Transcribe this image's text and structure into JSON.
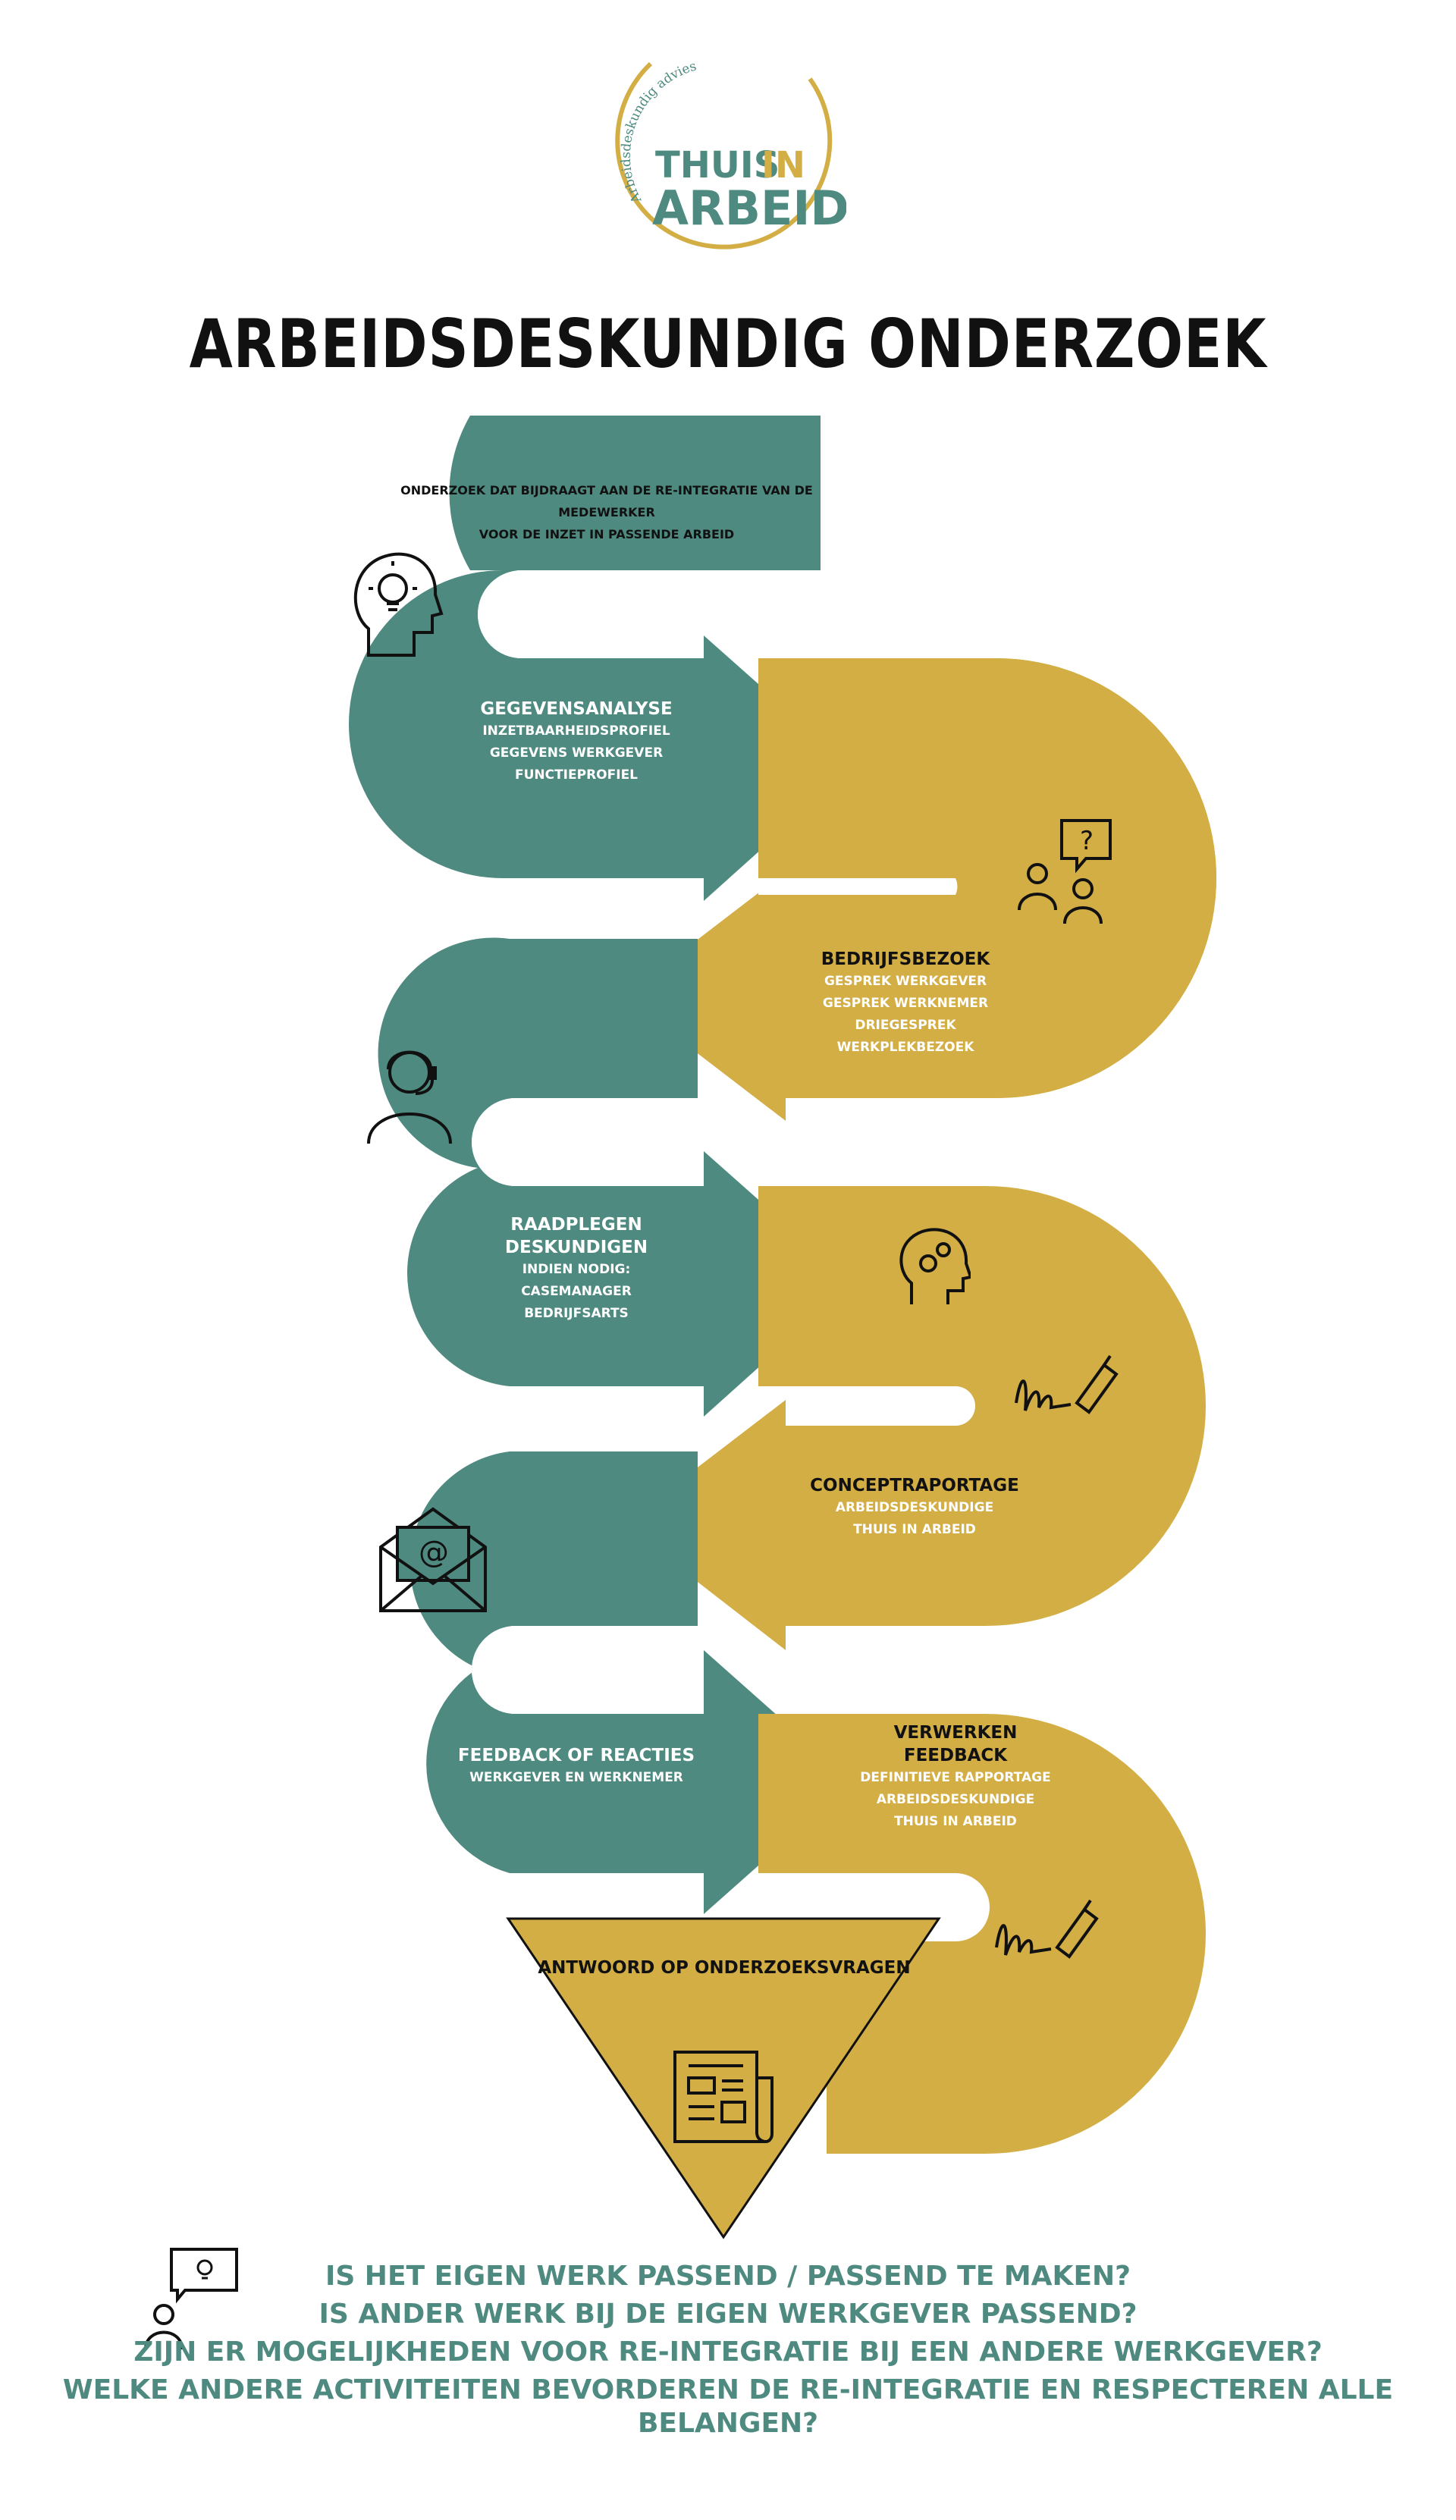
{
  "colors": {
    "teal": "#4e8a80",
    "gold": "#d3ae45",
    "text": "#111111",
    "white": "#ffffff"
  },
  "logo": {
    "arc_text": "Arbeidsdeskundig advies",
    "word1": "THUIS",
    "word2": "IN",
    "word3": "ARBEID"
  },
  "title": "ARBEIDSDESKUNDIG ONDERZOEK",
  "steps": {
    "intro": {
      "line1": "ONDERZOEK DAT BIJDRAAGT AAN DE RE-INTEGRATIE VAN DE MEDEWERKER",
      "line2": "VOOR DE INZET IN PASSENDE ARBEID",
      "icon": "lightbulb-head-icon"
    },
    "gegevensanalyse": {
      "heading": "GEGEVENSANALYSE",
      "items": [
        "INZETBAARHEIDSPROFIEL",
        "GEGEVENS WERKGEVER",
        "FUNCTIEPROFIEL"
      ],
      "icon": "conversation-question-icon"
    },
    "bedrijfsbezoek": {
      "heading": "BEDRIJFSBEZOEK",
      "items": [
        "GESPREK WERKGEVER",
        "GESPREK WERKNEMER",
        "DRIEGESPREK",
        "WERKPLEKBEZOEK"
      ],
      "icon": "headset-person-icon"
    },
    "raadplegen": {
      "heading": "RAADPLEGEN DESKUNDIGEN",
      "items": [
        "INDIEN NODIG:",
        "CASEMANAGER",
        "BEDRIJFSARTS"
      ],
      "icon": "gear-head-icon"
    },
    "concept": {
      "heading": "CONCEPTRAPORTAGE",
      "items": [
        "ARBEIDSDESKUNDIGE",
        "THUIS IN ARBEID"
      ],
      "icon": "signature-pen-icon"
    },
    "feedback": {
      "heading": "FEEDBACK OF REACTIES",
      "items": [
        "WERKGEVER EN WERKNEMER"
      ],
      "icon": "email-icon"
    },
    "verwerken": {
      "heading": "VERWERKEN FEEDBACK",
      "items": [
        "DEFINITIEVE RAPPORTAGE",
        "ARBEIDSDESKUNDIGE",
        "THUIS IN ARBEID"
      ],
      "icon": "signature-pen-icon"
    },
    "antwoord": {
      "heading": "ANTWOORD OP ONDERZOEKSVRAGEN",
      "icon": "newspaper-icon"
    }
  },
  "questions": [
    "IS HET EIGEN WERK PASSEND / PASSEND TE MAKEN?",
    "IS ANDER WERK BIJ DE EIGEN WERKGEVER PASSEND?",
    "ZIJN ER MOGELIJKHEDEN VOOR RE-INTEGRATIE BIJ EEN ANDERE WERKGEVER?",
    "WELKE ANDERE ACTIVITEITEN BEVORDEREN DE RE-INTEGRATIE EN RESPECTEREN ALLE BELANGEN?"
  ],
  "questions_icon": "person-idea-icon"
}
